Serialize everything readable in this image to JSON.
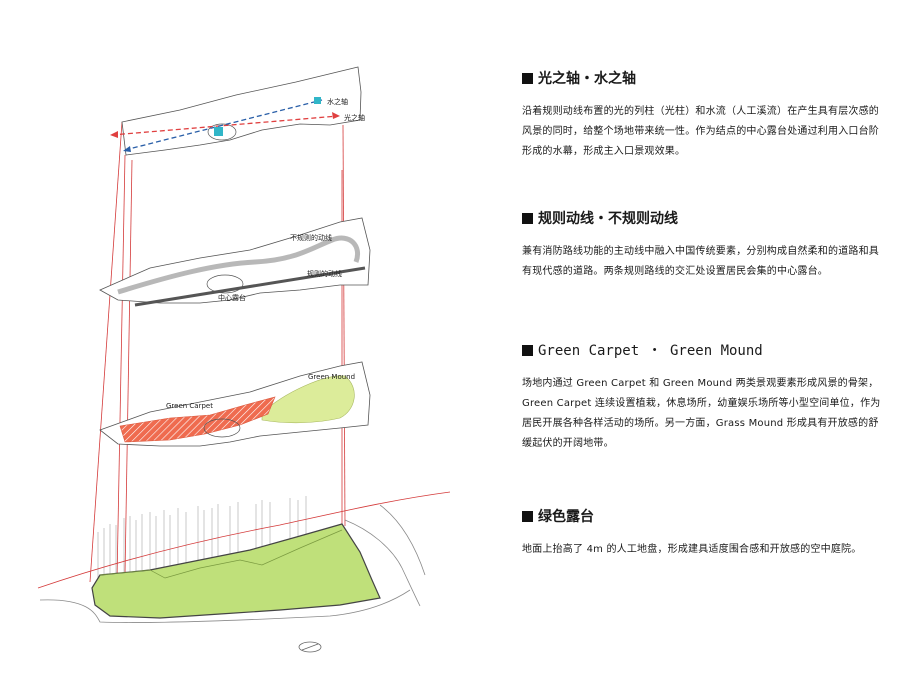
{
  "diagram": {
    "labels": {
      "water_axis": "水之轴",
      "light_axis": "光之轴",
      "irregular_path": "不规则的动线",
      "regular_path": "规则的动线",
      "center_stage": "中心露台",
      "green_mound": "Green Mound",
      "green_carpet": "Green Carpet"
    },
    "colors": {
      "light_axis_line": "#e04040",
      "water_axis_line": "#2a5fa8",
      "water_square": "#31b6c8",
      "guide_line": "#d43a3a",
      "carpet": "#ef6b4f",
      "mound": "#dcec9a",
      "deck": "#bfe07a"
    }
  },
  "sections": [
    {
      "title": "光之轴・水之轴",
      "body": "沿着规则动线布置的光的列柱（光柱）和水流（人工溪流）在产生具有层次感的风景的同时，给整个场地带来统一性。作为结点的中心露台处通过利用入口台阶形成的水幕，形成主入口景观效果。"
    },
    {
      "title": "规则动线・不规则动线",
      "body": "兼有消防路线功能的主动线中融入中国传统要素，分别构成自然柔和的道路和具有现代感的道路。两条规则路线的交汇处设置居民会集的中心露台。"
    },
    {
      "title": "Green Carpet ・ Green Mound",
      "body": "场地内通过 Green Carpet 和 Green Mound 两类景观要素形成风景的骨架，Green Carpet 连续设置植栽，休息场所，幼童娱乐场所等小型空间单位，作为居民开展各种各样活动的场所。另一方面，Grass Mound 形成具有开放感的舒缓起伏的开阔地带。"
    },
    {
      "title": "绿色露台",
      "body": "地面上抬高了 4m 的人工地盘，形成建具适度围合感和开放感的空中庭院。"
    }
  ]
}
